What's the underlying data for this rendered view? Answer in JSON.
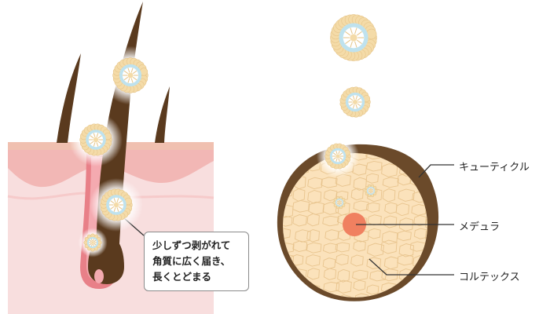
{
  "callout": {
    "lines": [
      "少しずつ剥がれて",
      "角質に広く届き、",
      "長くとどまる"
    ]
  },
  "labels": {
    "cuticle": "キューティクル",
    "medulla": "メデュラ",
    "cortex": "コルテックス"
  },
  "colors": {
    "skin_top": "#f3c9c4",
    "skin_body": "#f8dede",
    "hair_brown": "#5a3a1e",
    "cuticle_brown": "#6b4a2a",
    "cortex_fill": "#fbe2bb",
    "medulla": "#f08060",
    "follicle_pink": "#e88088",
    "particle_yellow": "#f4dba8",
    "particle_blue": "#bfe2ee"
  }
}
